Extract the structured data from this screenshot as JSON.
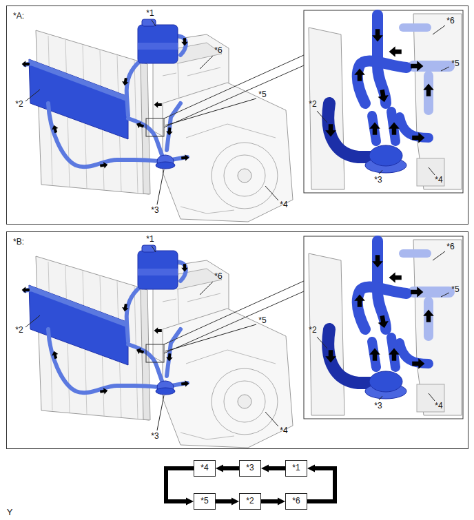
{
  "diagram": {
    "nodes": [
      {
        "text": [
          "*A:"
        ]
      },
      {
        "text": [
          "*B:"
        ]
      },
      {
        "text": [
          "*4"
        ]
      },
      {
        "text": [
          "*3"
        ]
      },
      {
        "text": [
          "*1"
        ]
      },
      {
        "text": [
          "*5"
        ]
      },
      {
        "text": [
          "*2"
        ]
      },
      {
        "text": [
          "*6"
        ]
      }
    ],
    "edges": [
      {
        "from": 4,
        "to": 3,
        "arrow": "to"
      },
      {
        "from": 3,
        "to": 2,
        "arrow": "to"
      },
      {
        "from": 2,
        "to": 5,
        "arrow": "to"
      },
      {
        "from": 5,
        "to": 6,
        "arrow": "to"
      },
      {
        "from": 6,
        "to": 7,
        "arrow": "to"
      },
      {
        "from": 7,
        "to": 4,
        "arrow": "to"
      }
    ],
    "labels": [
      "*1",
      "*6",
      "*5",
      "*2",
      "*3",
      "*4",
      "*6",
      "*5",
      "*2",
      "*3",
      "*4",
      "*1",
      "*6",
      "*5",
      "*2",
      "*3",
      "*4",
      "*6",
      "*5",
      "*2",
      "*3",
      "*4",
      "Y"
    ]
  }
}
